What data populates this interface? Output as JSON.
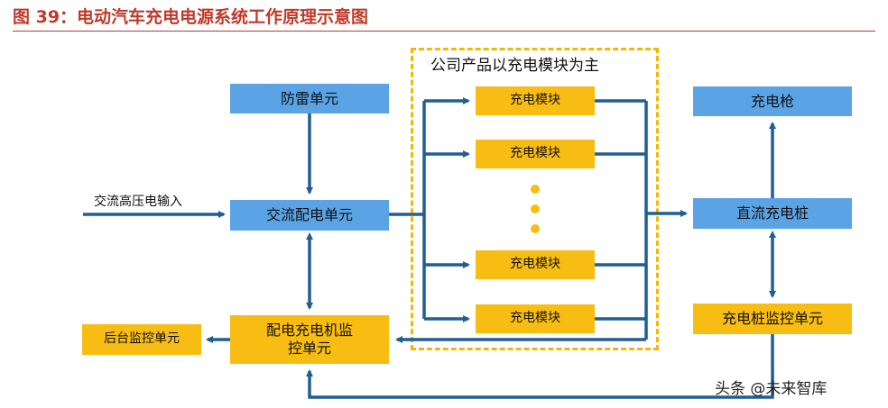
{
  "title": "图 39：电动汽车充电电源系统工作原理示意图",
  "dashed_label": "公司产品以充电模块为主",
  "input_label": "交流高压电输入",
  "boxes": {
    "lightning": "防雷单元",
    "ac_dist": "交流配电单元",
    "monitor": "配电充电机监控单元",
    "backend": "后台监控单元",
    "gun": "充电枪",
    "dc_pile": "直流充电桩",
    "pile_monitor": "充电桩监控单元",
    "module": "充电模块"
  },
  "modules": [
    "充电模块",
    "充电模块",
    "充电模块",
    "充电模块"
  ],
  "watermark": "头条 @未来智库",
  "colors": {
    "blue": "#5aa4e6",
    "gold": "#f7bd12",
    "arrow": "#1f5f93",
    "title": "#c0392b"
  }
}
